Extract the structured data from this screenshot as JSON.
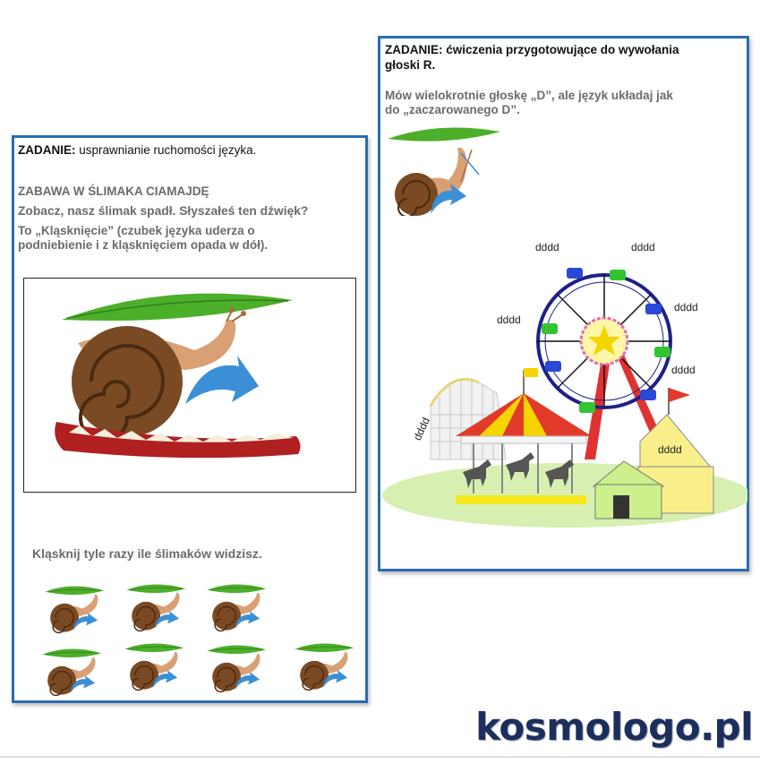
{
  "left_card": {
    "task_prefix": "ZADANIE:",
    "task_text": " usprawnianie ruchomości języka.",
    "game_title": "ZABAWA W ŚLIMAKA CIAMAJDĘ",
    "line1": "Zobacz, nasz ślimak spadł. Słyszałeś ten dźwięk?",
    "line2": "To „Kląsknięcie”  (czubek języka uderza o",
    "line3": "podniebienie  i z kląsknięciem opada w dół).",
    "clap_instruction": "Kląsknij tyle razy ile ślimaków widzisz.",
    "snail_count": 7
  },
  "right_card": {
    "task_prefix": "ZADANIE:",
    "task_text": " ćwiczenia przygotowujące do wywołania",
    "task_text_line2": "głoski R.",
    "instruction_line1": "Mów wielokrotnie głoskę „D”, ale język układaj jak",
    "instruction_line2": "do „zaczarowanego D”.",
    "fair_labels": [
      "dddd",
      "dddd",
      "dddd",
      "dddd",
      "dddd",
      "dddd",
      "dddd"
    ]
  },
  "brand": "kosmologo.pl",
  "colors": {
    "frame": "#2b6cb0",
    "leaf": "#4caf2a",
    "snail_shell": "#7a4a24",
    "snail_body": "#d9a074",
    "arrow": "#3b8fd6",
    "grass": "#d7efb0",
    "brand": "#1c2e5c"
  }
}
